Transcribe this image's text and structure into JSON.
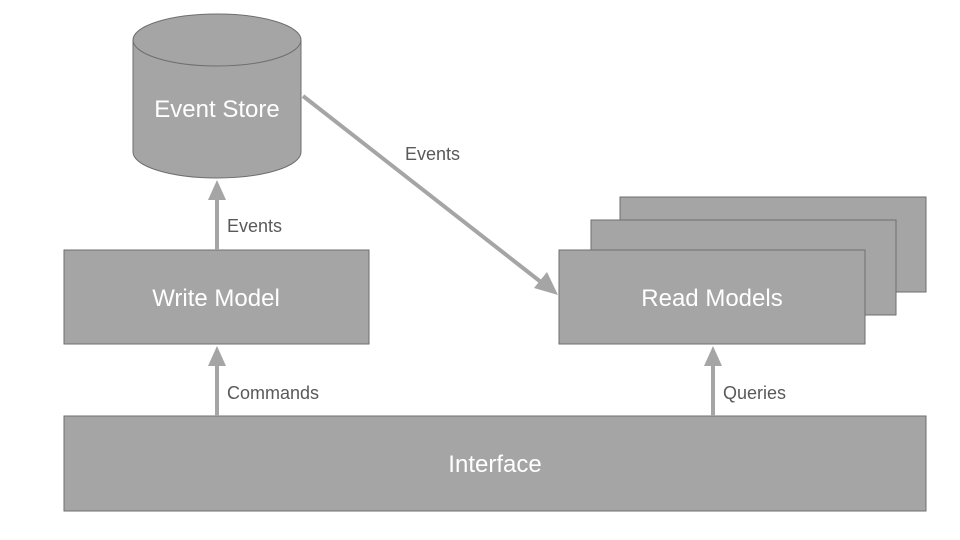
{
  "nodes": {
    "event_store": "Event Store",
    "write_model": "Write Model",
    "read_models": "Read Models",
    "interface": "Interface"
  },
  "edges": {
    "write_to_store": "Events",
    "store_to_read": "Events",
    "interface_to_write": "Commands",
    "interface_to_read": "Queries"
  },
  "colors": {
    "box_fill": "#a5a5a5",
    "box_stroke": "#6e6e6e",
    "arrow": "#a5a5a5",
    "box_text": "#ffffff",
    "edge_text": "#595959"
  }
}
